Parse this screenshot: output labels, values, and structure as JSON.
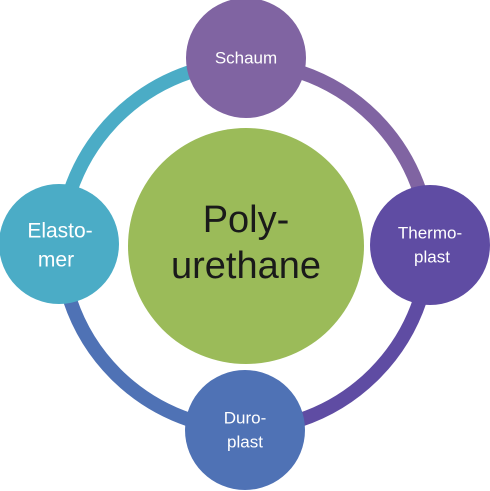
{
  "center": {
    "line1": "Poly-",
    "line2": "urethane",
    "color": "#9bbb59"
  },
  "nodes": [
    {
      "id": "schaum",
      "line1": "Schaum",
      "line2": "",
      "color": "#8064a2"
    },
    {
      "id": "thermoplast",
      "line1": "Thermo-",
      "line2": "plast",
      "color": "#5f4ca3"
    },
    {
      "id": "duroplast",
      "line1": "Duro-",
      "line2": "plast",
      "color": "#4f72b5"
    },
    {
      "id": "elastomer",
      "line1": "Elasto-",
      "line2": "mer",
      "color": "#4bacc6"
    }
  ],
  "connectors": [
    {
      "from": "schaum",
      "to": "thermoplast",
      "color": "#8064a2"
    },
    {
      "from": "thermoplast",
      "to": "duroplast",
      "color": "#5f4ca3"
    },
    {
      "from": "duroplast",
      "to": "elastomer",
      "color": "#4f72b5"
    },
    {
      "from": "elastomer",
      "to": "schaum",
      "color": "#4bacc6"
    }
  ]
}
